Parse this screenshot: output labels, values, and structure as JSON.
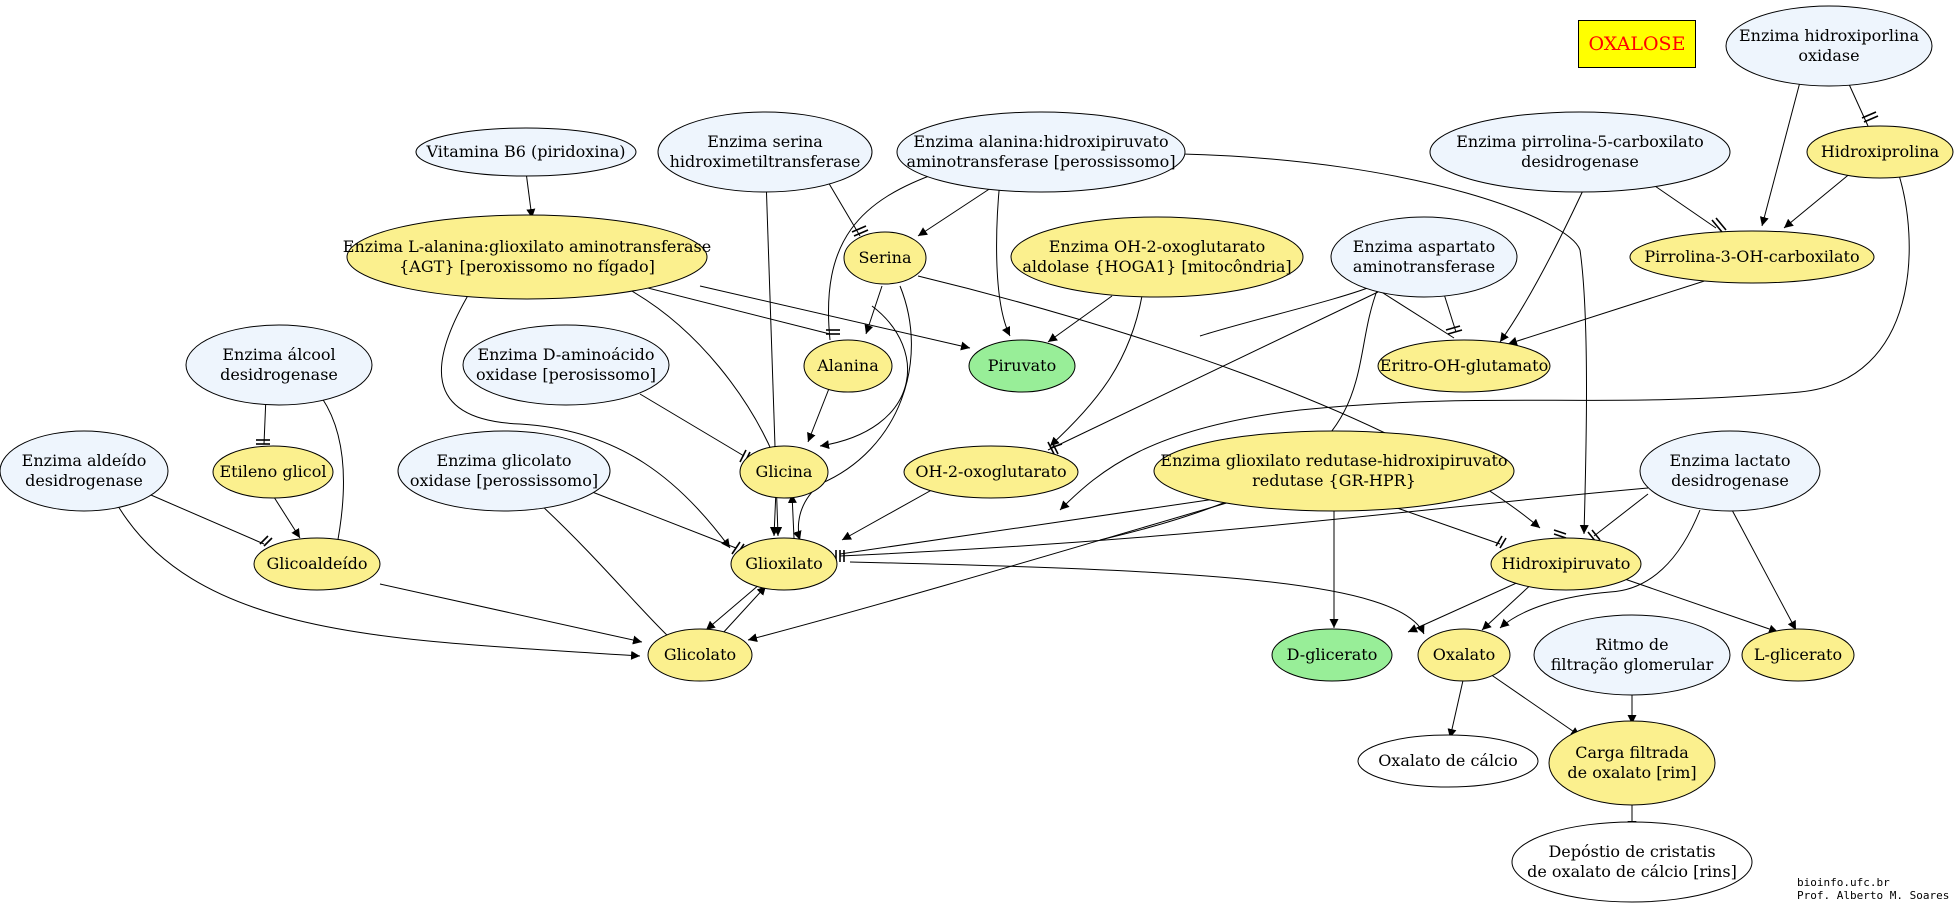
{
  "title": "OXALOSE",
  "credit": {
    "line1": "bioinfo.ufc.br",
    "line2": "Prof. Alberto M. Soares"
  },
  "colors": {
    "enzyme": "#eef5fd",
    "metabolite": "#fbf08e",
    "product": "#98ee98",
    "outcome": "#ffffff",
    "title_bg": "#ffff00",
    "title_text": "#ff0000"
  },
  "nodes": [
    {
      "id": "hydroxyproline_oxidase",
      "kind": "enzyme",
      "lines": [
        "Enzima hidroxiporlina",
        "oxidase"
      ]
    },
    {
      "id": "hydroxyproline",
      "kind": "metabolite",
      "lines": [
        "Hidroxiprolina"
      ]
    },
    {
      "id": "p5c_dehydrogenase",
      "kind": "enzyme",
      "lines": [
        "Enzima pirrolina-5-carboxilato",
        "desidrogenase"
      ]
    },
    {
      "id": "pyrroline",
      "kind": "metabolite",
      "lines": [
        "Pirrolina-3-OH-carboxilato"
      ]
    },
    {
      "id": "vitamin_b6",
      "kind": "enzyme",
      "lines": [
        "Vitamina B6 (piridoxina)"
      ]
    },
    {
      "id": "serine_hmt",
      "kind": "enzyme",
      "lines": [
        "Enzima serina",
        "hidroximetiltransferase"
      ]
    },
    {
      "id": "ala_hp_at",
      "kind": "enzyme",
      "lines": [
        "Enzima alanina:hidroxipiruvato",
        "aminotransferase [perossissomo]"
      ]
    },
    {
      "id": "agt",
      "kind": "metabolite",
      "lines": [
        "Enzima L-alanina:glioxilato aminotransferase",
        "{AGT} [peroxissomo no fígado]"
      ]
    },
    {
      "id": "serine",
      "kind": "metabolite",
      "lines": [
        "Serina"
      ]
    },
    {
      "id": "hoga1",
      "kind": "metabolite",
      "lines": [
        "Enzima OH-2-oxoglutarato",
        "aldolase {HOGA1} [mitocôndria]"
      ]
    },
    {
      "id": "aspartate_at",
      "kind": "enzyme",
      "lines": [
        "Enzima aspartato",
        "aminotransferase"
      ]
    },
    {
      "id": "alcohol_dh",
      "kind": "enzyme",
      "lines": [
        "Enzima álcool",
        "desidrogenase"
      ]
    },
    {
      "id": "d_amino_oxidase",
      "kind": "enzyme",
      "lines": [
        "Enzima D-aminoácido",
        "oxidase [perosissomo]"
      ]
    },
    {
      "id": "alanine",
      "kind": "metabolite",
      "lines": [
        "Alanina"
      ]
    },
    {
      "id": "pyruvate",
      "kind": "product",
      "lines": [
        "Piruvato"
      ]
    },
    {
      "id": "erythro",
      "kind": "metabolite",
      "lines": [
        "Eritro-OH-glutamato"
      ]
    },
    {
      "id": "aldehyde_dh",
      "kind": "enzyme",
      "lines": [
        "Enzima aldeído",
        "desidrogenase"
      ]
    },
    {
      "id": "ethylene_glycol",
      "kind": "metabolite",
      "lines": [
        "Etileno glicol"
      ]
    },
    {
      "id": "glycolate_oxidase",
      "kind": "enzyme",
      "lines": [
        "Enzima glicolato",
        "oxidase [perossissomo]"
      ]
    },
    {
      "id": "glycine",
      "kind": "metabolite",
      "lines": [
        "Glicina"
      ]
    },
    {
      "id": "oh2og",
      "kind": "metabolite",
      "lines": [
        "OH-2-oxoglutarato"
      ]
    },
    {
      "id": "gr_hpr",
      "kind": "metabolite",
      "lines": [
        "Enzima glioxilato redutase-hidroxipiruvato",
        "redutase {GR-HPR}"
      ]
    },
    {
      "id": "lactate_dh",
      "kind": "enzyme",
      "lines": [
        "Enzima lactato",
        "desidrogenase"
      ]
    },
    {
      "id": "glycolaldehyde",
      "kind": "metabolite",
      "lines": [
        "Glicoaldeído"
      ]
    },
    {
      "id": "glyoxylate",
      "kind": "metabolite",
      "lines": [
        "Glioxilato"
      ]
    },
    {
      "id": "hydroxypyruvate",
      "kind": "metabolite",
      "lines": [
        "Hidroxipiruvato"
      ]
    },
    {
      "id": "glycolate",
      "kind": "metabolite",
      "lines": [
        "Glicolato"
      ]
    },
    {
      "id": "d_glycerate",
      "kind": "product",
      "lines": [
        "D-glicerato"
      ]
    },
    {
      "id": "oxalate",
      "kind": "metabolite",
      "lines": [
        "Oxalato"
      ]
    },
    {
      "id": "gfr",
      "kind": "enzyme",
      "lines": [
        "Ritmo de",
        "filtração glomerular"
      ]
    },
    {
      "id": "l_glycerate",
      "kind": "metabolite",
      "lines": [
        "L-glicerato"
      ]
    },
    {
      "id": "calcium_oxalate",
      "kind": "outcome",
      "lines": [
        "Oxalato de cálcio"
      ]
    },
    {
      "id": "filtered_load",
      "kind": "metabolite",
      "lines": [
        "Carga filtrada",
        "de oxalato [rim]"
      ]
    },
    {
      "id": "crystal_deposit",
      "kind": "outcome",
      "lines": [
        "Depóstio de cristatis",
        "de oxalato de cálcio [rins]"
      ]
    }
  ]
}
